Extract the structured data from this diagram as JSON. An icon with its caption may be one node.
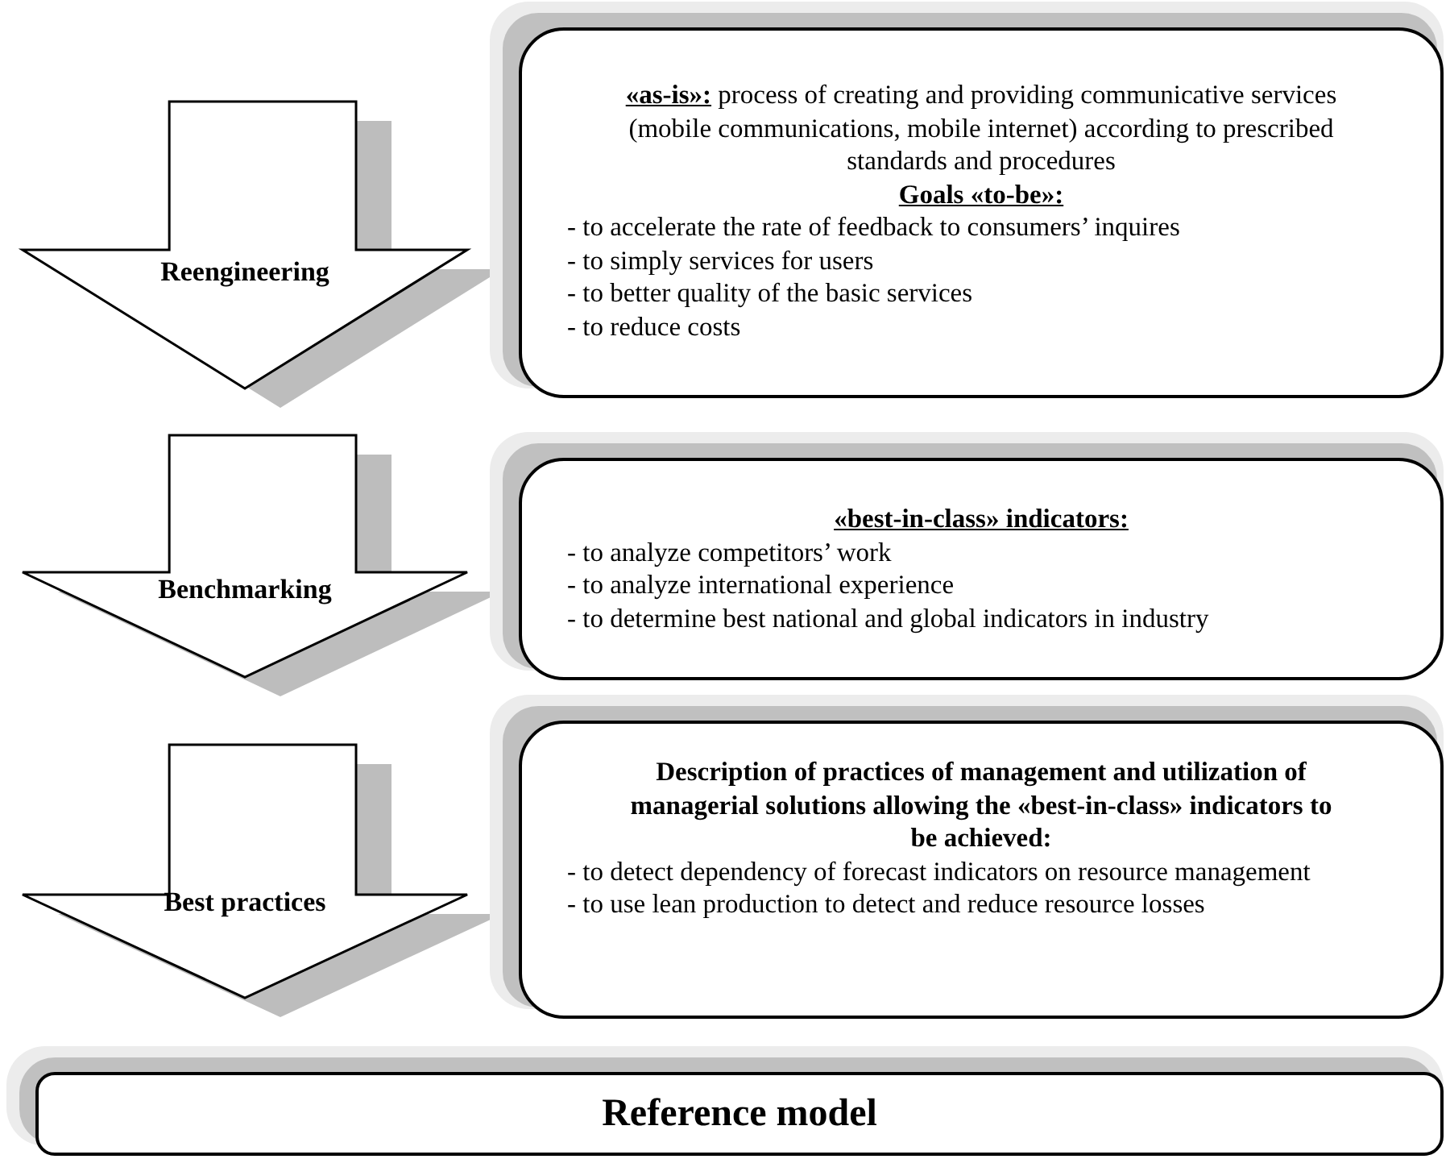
{
  "diagram": {
    "nodes": [
      {
        "text": [
          "Reengineering"
        ]
      },
      {
        "text": [
          "**«as-is»:** process of creating and providing communicative services (mobile communications, mobile internet) according to prescribed standards and procedures",
          "Goals «to-be»:",
          "- to accelerate the rate of feedback to consumers’ inquires",
          "- to simply services for users",
          "- to better quality of the basic services",
          "- to reduce costs"
        ]
      },
      {
        "text": [
          "Benchmarking"
        ]
      },
      {
        "text": [
          "«best-in-class» indicators:",
          "- to analyze competitors’ work",
          "- to analyze international experience",
          "- to determine best national and global indicators in industry"
        ]
      },
      {
        "text": [
          "Best practices"
        ]
      },
      {
        "text": [
          "Description of practices of management and utilization of managerial solutions allowing the «best-in-class» indicators to be achieved:",
          "- to detect dependency of forecast indicators on resource management",
          "- to use lean production to detect and reduce resource losses"
        ]
      },
      {
        "text": [
          "Reference model"
        ]
      }
    ]
  }
}
